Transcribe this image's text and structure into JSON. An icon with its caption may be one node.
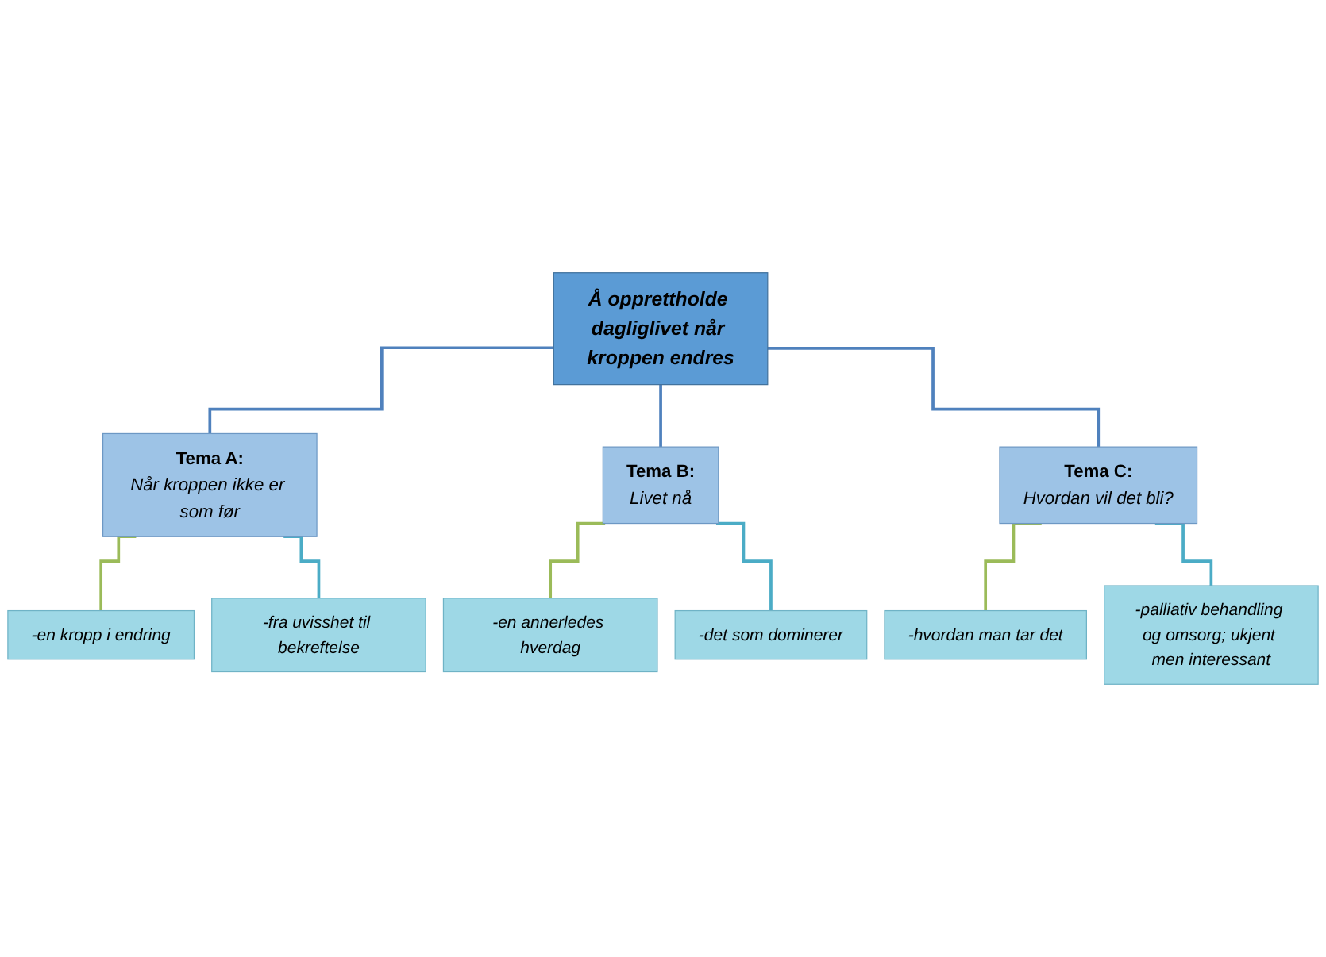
{
  "diagram": {
    "nodes": [
      {
        "text": [
          "Å opprettholde dagliglivet når kroppen endres"
        ]
      },
      {
        "text": [
          "Tema A:",
          "Når kroppen ikke er som før"
        ]
      },
      {
        "text": [
          "Tema B:",
          "Livet nå"
        ]
      },
      {
        "text": [
          "Tema C:",
          "Hvordan vil det bli?"
        ]
      },
      {
        "text": [
          "-en kropp i endring"
        ]
      },
      {
        "text": [
          "-en annerledes hverdag"
        ]
      },
      {
        "text": [
          "-hvordan man tar det"
        ]
      },
      {
        "text": [
          "-fra uvisshet til bekreftelse"
        ]
      },
      {
        "text": [
          "-det som dominerer"
        ]
      },
      {
        "text": [
          "-palliativ behandling og omsorg; ukjent men interessant"
        ]
      }
    ],
    "edges": [
      {
        "from": 0,
        "to": 1,
        "arrow": "none",
        "color": "#4f81bd"
      },
      {
        "from": 0,
        "to": 2,
        "arrow": "none",
        "color": "#4f81bd"
      },
      {
        "from": 0,
        "to": 3,
        "arrow": "none",
        "color": "#4f81bd"
      },
      {
        "from": 1,
        "to": 4,
        "arrow": "none",
        "color": "#9bbb59"
      },
      {
        "from": 1,
        "to": 7,
        "arrow": "none",
        "color": "#4bacc6"
      },
      {
        "from": 2,
        "to": 5,
        "arrow": "none",
        "color": "#9bbb59"
      },
      {
        "from": 2,
        "to": 8,
        "arrow": "none",
        "color": "#4bacc6"
      },
      {
        "from": 3,
        "to": 6,
        "arrow": "none",
        "color": "#9bbb59"
      },
      {
        "from": 3,
        "to": 9,
        "arrow": "none",
        "color": "#4bacc6"
      }
    ]
  }
}
